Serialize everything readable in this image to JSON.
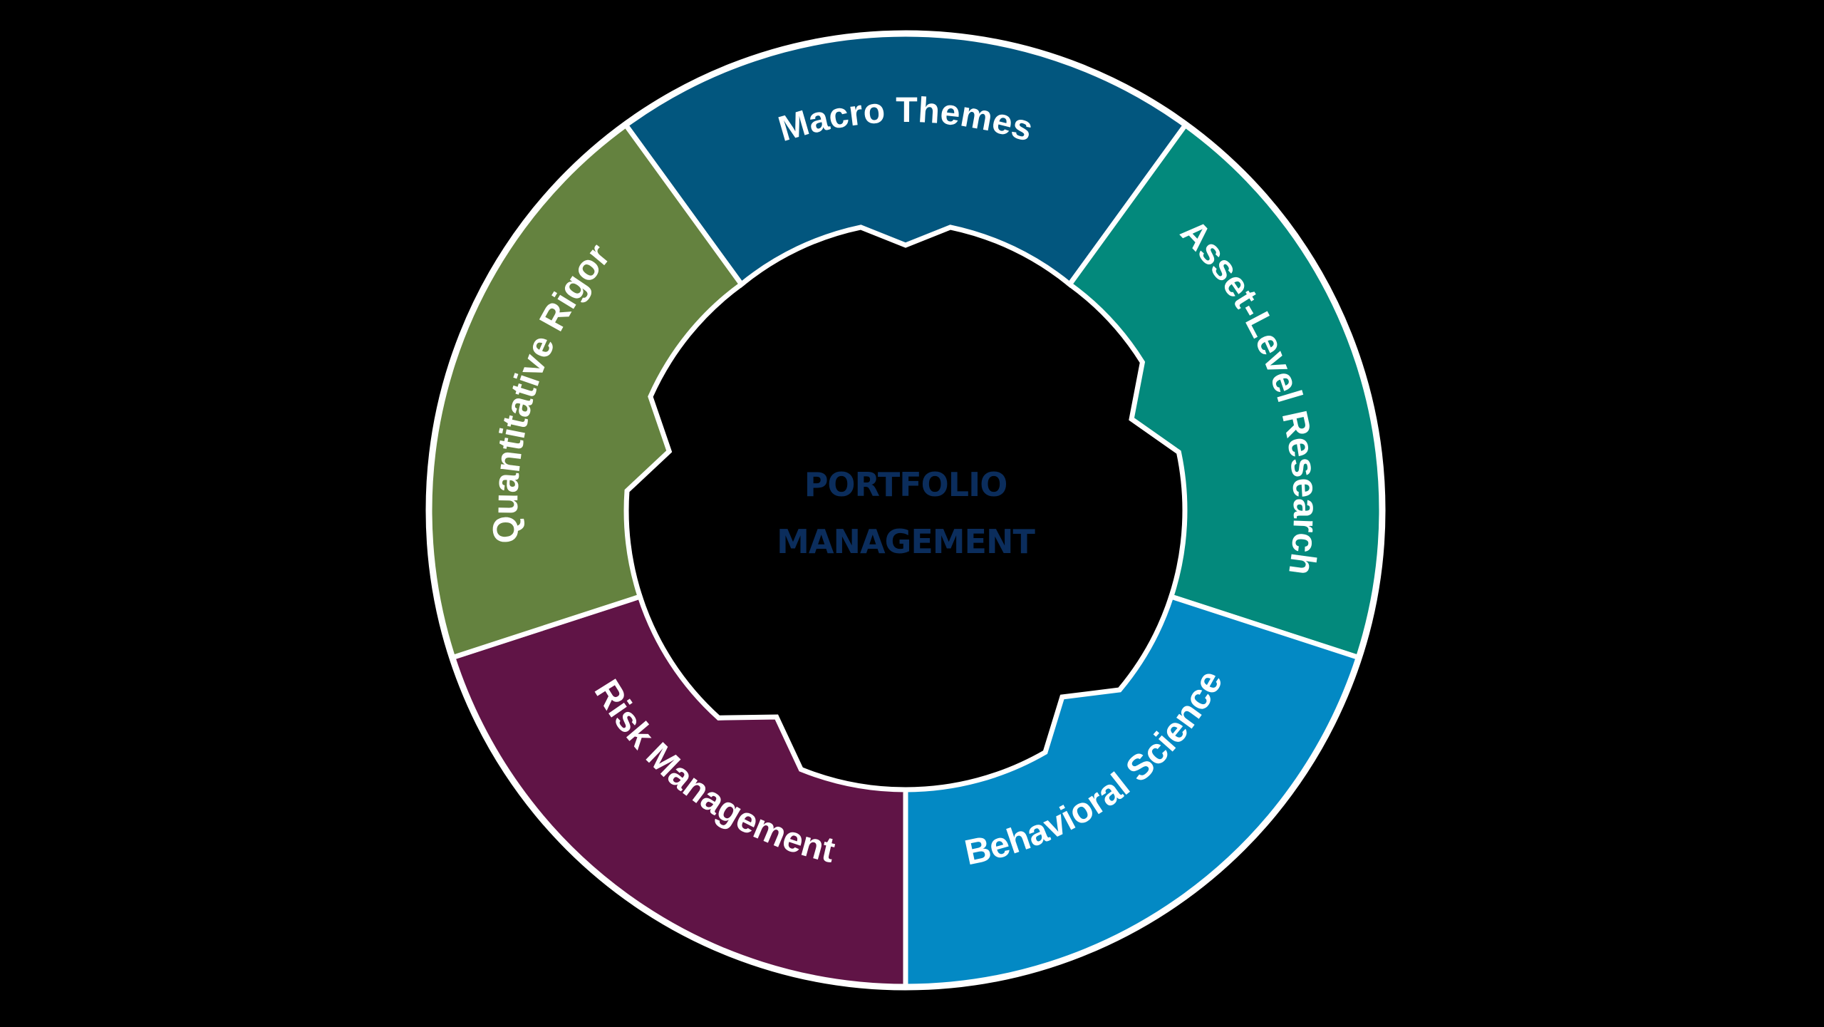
{
  "diagram": {
    "type": "cycle-ring",
    "center_title": {
      "line1": "PORTFOLIO",
      "line2": "MANAGEMENT",
      "color": "#0b2d5c"
    },
    "background": "#000000",
    "border_color": "#ffffff",
    "segments": [
      {
        "label": "Macro Themes",
        "color": "#02567e",
        "start_deg": -36,
        "end_deg": 36,
        "text_orientation": "outer-arc"
      },
      {
        "label": "Asset-Level Research",
        "color": "#03897c",
        "start_deg": 36,
        "end_deg": 108,
        "text_orientation": "outer-arc"
      },
      {
        "label": "Behavioral Science",
        "color": "#0389c4",
        "start_deg": 108,
        "end_deg": 180,
        "text_orientation": "inner-arc"
      },
      {
        "label": "Risk Management",
        "color": "#601446",
        "start_deg": 180,
        "end_deg": 252,
        "text_orientation": "inner-arc"
      },
      {
        "label": "Quantitative Rigor",
        "color": "#64823f",
        "start_deg": 252,
        "end_deg": 324,
        "text_orientation": "outer-arc"
      }
    ]
  }
}
